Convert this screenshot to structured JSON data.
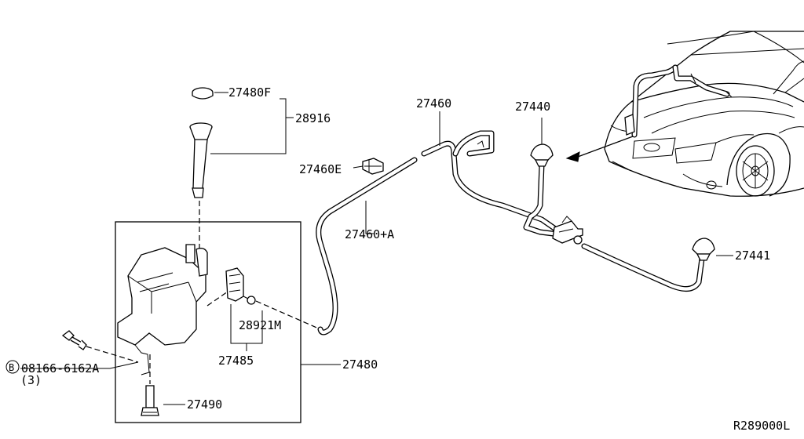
{
  "diagram": {
    "callouts": {
      "p27480F": "27480F",
      "p28916": "28916",
      "p27460": "27460",
      "p27440": "27440",
      "p27460E": "27460E",
      "p27460A": "27460+A",
      "p27441": "27441",
      "p28921M": "28921M",
      "p27485": "27485",
      "p27480": "27480",
      "p08166": "08166-6162A",
      "qty": "(3)",
      "bolt_symbol": "B",
      "p27490": "27490"
    },
    "reference_code": "R289000L"
  }
}
